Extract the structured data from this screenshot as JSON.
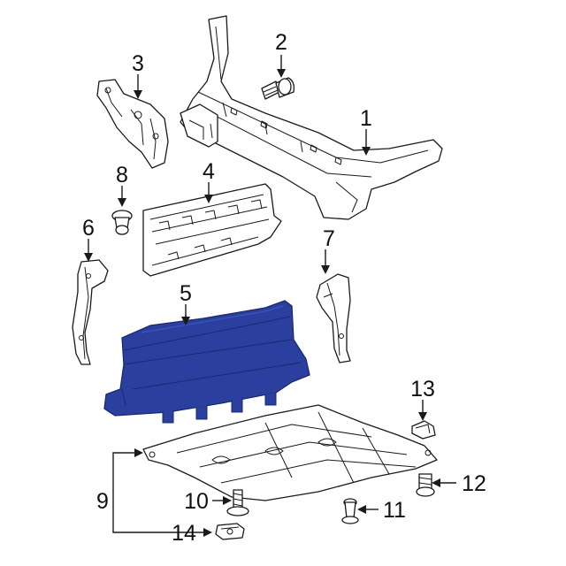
{
  "diagram": {
    "callouts": [
      {
        "id": "1",
        "label": "1"
      },
      {
        "id": "2",
        "label": "2"
      },
      {
        "id": "3",
        "label": "3"
      },
      {
        "id": "4",
        "label": "4"
      },
      {
        "id": "5",
        "label": "5"
      },
      {
        "id": "6",
        "label": "6"
      },
      {
        "id": "7",
        "label": "7"
      },
      {
        "id": "8",
        "label": "8"
      },
      {
        "id": "9",
        "label": "9"
      },
      {
        "id": "10",
        "label": "10"
      },
      {
        "id": "11",
        "label": "11"
      },
      {
        "id": "12",
        "label": "12"
      },
      {
        "id": "13",
        "label": "13"
      },
      {
        "id": "14",
        "label": "14"
      }
    ],
    "colors": {
      "highlight": "#2a3f9e",
      "highlight_dark": "#1b2a70",
      "line": "#1a1a1a",
      "background": "#ffffff"
    },
    "highlighted_part": "5"
  }
}
